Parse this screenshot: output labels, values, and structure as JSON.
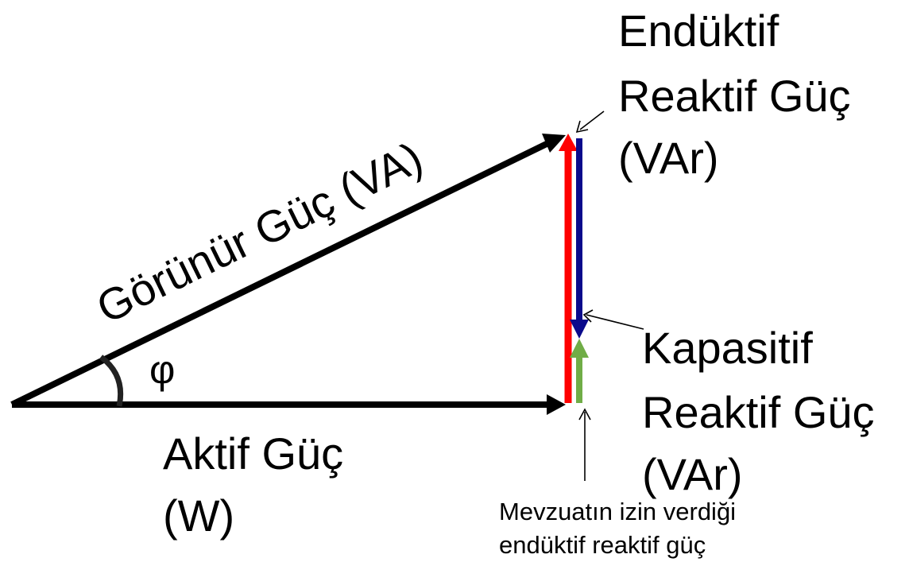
{
  "labels": {
    "apparent_power": "Görünür Güç (VA)",
    "angle": "φ",
    "active_power_line1": "Aktif Güç",
    "active_power_line2": "(W)",
    "inductive_line1": "Endüktif",
    "inductive_line2": "Reaktif Güç",
    "inductive_line3": "(VAr)",
    "capacitive_line1": "Kapasitif",
    "capacitive_line2": "Reaktif Güç",
    "capacitive_line3": "(VAr)",
    "allowed_line1": "Mevzuatın izin verdiği",
    "allowed_line2": "endüktif reaktif güç"
  },
  "colors": {
    "vectors": "#000000",
    "inductive": "#ff0000",
    "compensated": "#0a0a8c",
    "capacitive": "#70ad47"
  }
}
